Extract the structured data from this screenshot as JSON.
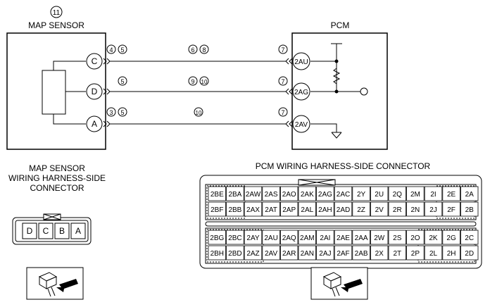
{
  "map_sensor": {
    "ref_number": "11",
    "title": "MAP SENSOR",
    "terminals": [
      "C",
      "D",
      "A"
    ]
  },
  "pcm": {
    "title": "PCM",
    "terminals": [
      "2AU",
      "2AG",
      "2AV"
    ]
  },
  "wires": [
    {
      "id": "c",
      "sensor_refs": [
        "4",
        "5"
      ],
      "mid_refs": [
        "6",
        "8"
      ],
      "pcm_ref": "7"
    },
    {
      "id": "d",
      "sensor_refs": [
        "5"
      ],
      "mid_refs": [
        "9",
        "10"
      ],
      "pcm_ref": "7"
    },
    {
      "id": "a",
      "sensor_refs": [
        "3",
        "5"
      ],
      "mid_refs": [
        "10"
      ],
      "pcm_ref": "7"
    }
  ],
  "map_connector": {
    "caption_lines": [
      "MAP SENSOR",
      "WIRING HARNESS-SIDE",
      "CONNECTOR"
    ],
    "cavities": [
      "D",
      "C",
      "B",
      "A"
    ]
  },
  "pcm_connector": {
    "caption": "PCM WIRING HARNESS-SIDE CONNECTOR",
    "upper_rows": [
      [
        "2BE",
        "2BA",
        "2AW",
        "2AS",
        "2AO",
        "2AK",
        "2AG",
        "2AC",
        "2Y",
        "2U",
        "2Q",
        "2M",
        "2I",
        "2E",
        "2A"
      ],
      [
        "2BF",
        "2BB",
        "2AX",
        "2AT",
        "2AP",
        "2AL",
        "2AH",
        "2AD",
        "2Z",
        "2V",
        "2R",
        "2N",
        "2J",
        "2F",
        "2B"
      ]
    ],
    "lower_rows": [
      [
        "2BG",
        "2BC",
        "2AY",
        "2AU",
        "2AQ",
        "2AM",
        "2AI",
        "2AE",
        "2AA",
        "2W",
        "2S",
        "2O",
        "2K",
        "2G",
        "2C"
      ],
      [
        "2BH",
        "2BD",
        "2AZ",
        "2AV",
        "2AR",
        "2AN",
        "2AJ",
        "2AF",
        "2AB",
        "2X",
        "2T",
        "2P",
        "2L",
        "2H",
        "2D"
      ]
    ]
  },
  "view_icons": [
    "connector-view-arrow-icon",
    "connector-view-arrow-icon"
  ]
}
